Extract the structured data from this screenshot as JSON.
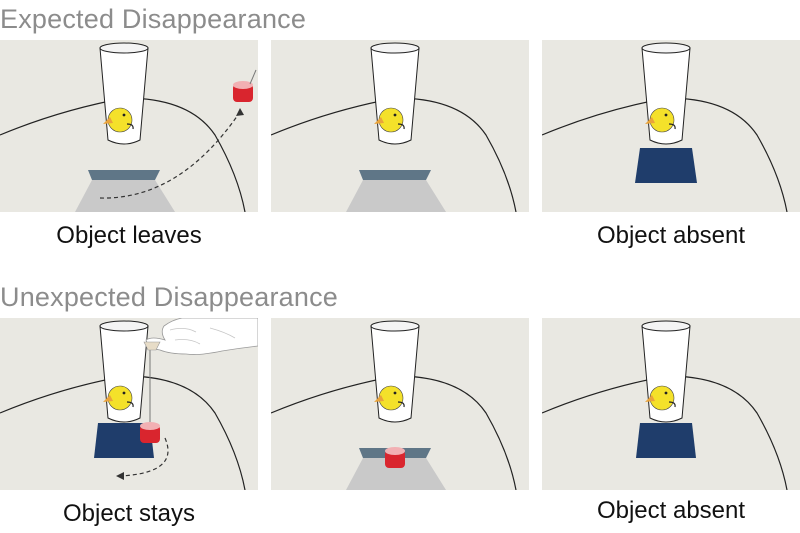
{
  "sections": [
    {
      "heading": "Expected Disappearance"
    },
    {
      "heading": "Unexpected Disappearance"
    }
  ],
  "captions": {
    "r1c1": "Object leaves",
    "r1c3": "Object absent",
    "r2c1": "Object stays",
    "r2c3": "Object absent"
  },
  "colors": {
    "panel_bg": "#e9e8e2",
    "heading": "#8c8c8c",
    "screen": "#1f3d6b",
    "screen_tilted": "#5f7687",
    "object": "#d9252e",
    "chick": "#f4e12a",
    "beak": "#e9a33b"
  }
}
